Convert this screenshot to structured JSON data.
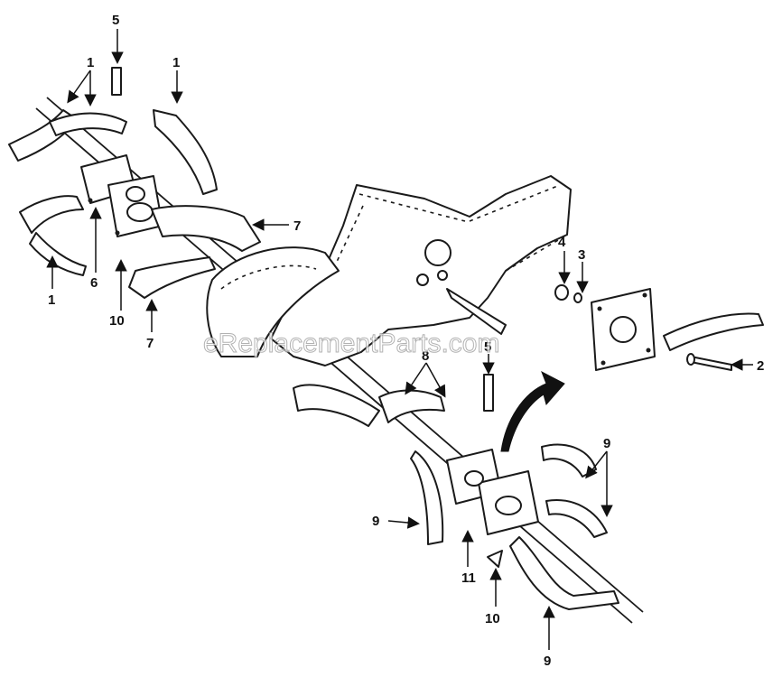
{
  "watermark": "eReplacementParts.com",
  "callouts": {
    "c1": "1",
    "c2": "2",
    "c3": "3",
    "c4": "4",
    "c5": "5",
    "c6": "6",
    "c7": "7",
    "c8": "8",
    "c9": "9",
    "c10": "10",
    "c11": "11"
  },
  "colors": {
    "ink": "#1a1a1a",
    "paper": "#ffffff",
    "watermark_outline": "#999999"
  }
}
